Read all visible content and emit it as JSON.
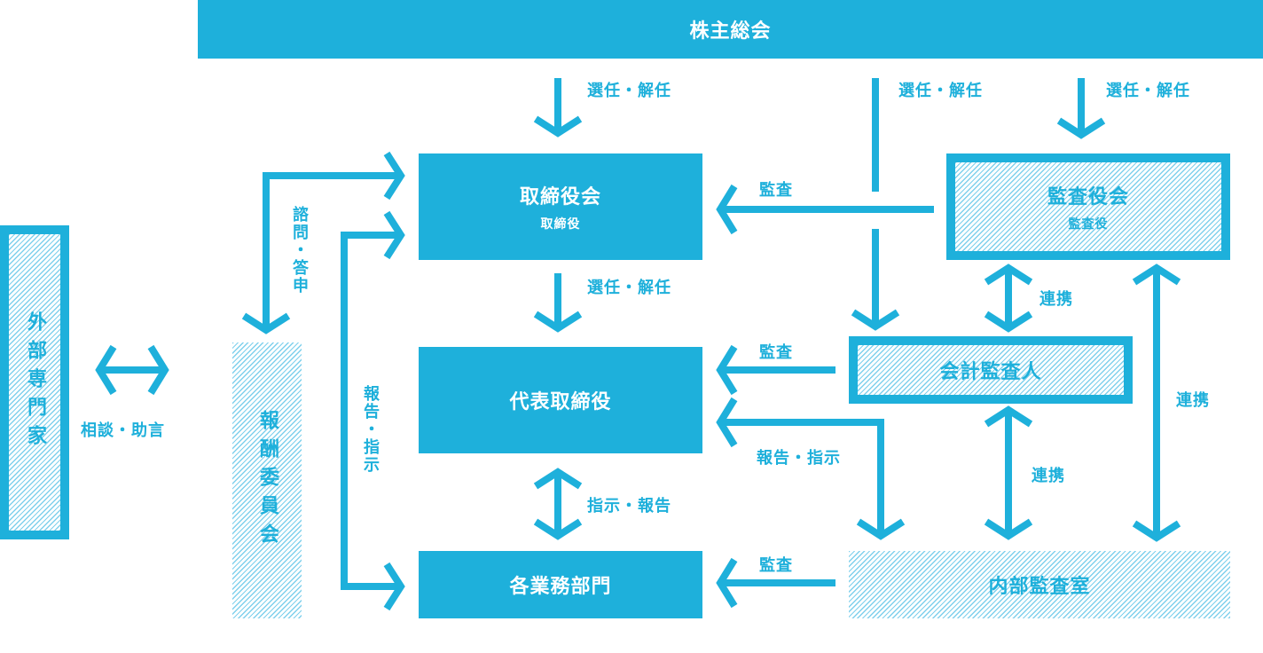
{
  "colors": {
    "accent": "#1eb0db",
    "hatch": "#7fd0ec",
    "background": "#ffffff"
  },
  "nodes": {
    "shareholders": {
      "title": "株主総会"
    },
    "board": {
      "title": "取締役会",
      "subtitle": "取締役"
    },
    "auditors_board": {
      "title": "監査役会",
      "subtitle": "監査役"
    },
    "representative": {
      "title": "代表取締役"
    },
    "accounting_auditor": {
      "title": "会計監査人"
    },
    "departments": {
      "title": "各業務部門"
    },
    "internal_audit": {
      "title": "内部監査室"
    },
    "external_experts": {
      "title": "外部専門家"
    },
    "compensation_committee": {
      "title": "報酬委員会"
    }
  },
  "edges": {
    "gm_to_board": "選任・解任",
    "gm_to_accounting_auditor": "選任・解任",
    "gm_to_auditors": "選任・解任",
    "auditors_to_board": "監査",
    "board_to_rep": "選任・解任",
    "auditors_accounting_link": "連携",
    "accounting_to_rep": "監査",
    "rep_internal_report": "報告・指示",
    "auditors_internal_link": "連携",
    "accounting_internal_link": "連携",
    "rep_departments": "指示・報告",
    "internal_to_departments": "監査",
    "consult": "相談・助言",
    "inquiry": "諮問・答申",
    "report_instruct_left": "報告・指示"
  }
}
